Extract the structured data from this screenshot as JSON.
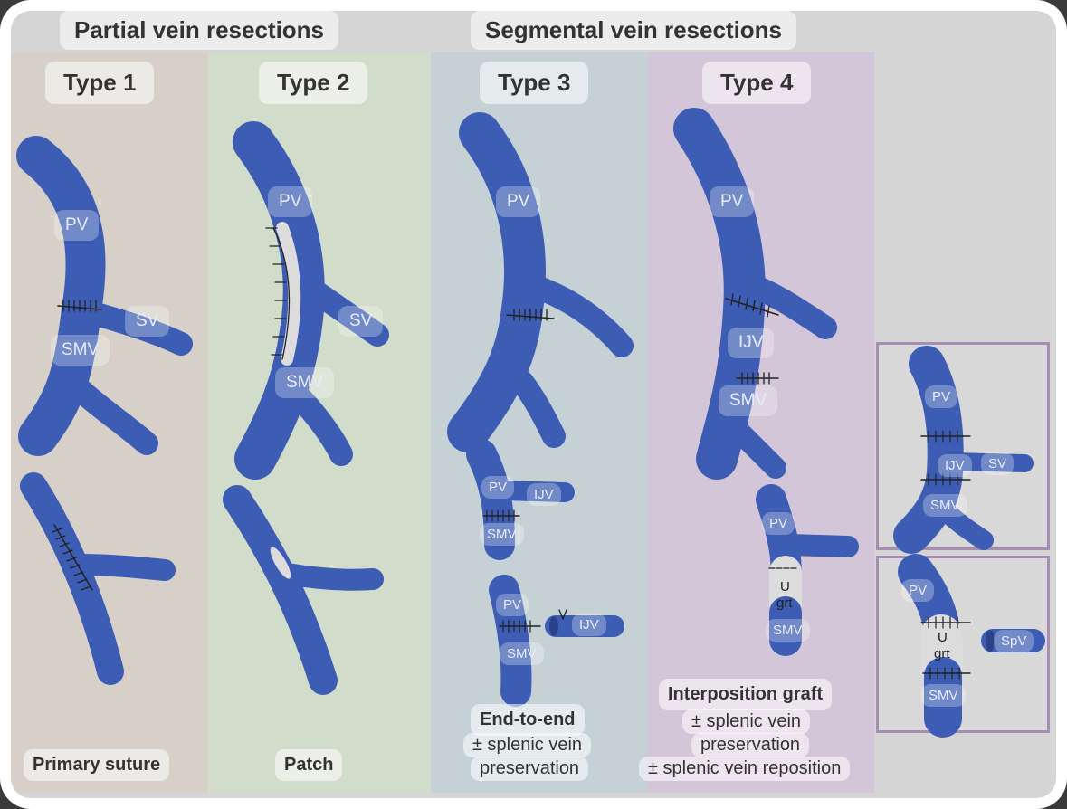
{
  "headers": {
    "partial": "Partial vein resections",
    "segmental": "Segmental vein resections"
  },
  "types": [
    "Type 1",
    "Type 2",
    "Type 3",
    "Type 4"
  ],
  "footers": {
    "type1": "Primary suture",
    "type2": "Patch",
    "type3_title": "End-to-end",
    "type3_line1": "± splenic vein",
    "type3_line2": "preservation",
    "type4_title": "Interposition graft",
    "type4_line1": "± splenic vein",
    "type4_line2": "preservation",
    "type4_line3": "± splenic vein reposition"
  },
  "vessel_labels": {
    "pv": "PV",
    "sv": "SV",
    "smv": "SMV",
    "ijv": "IJV",
    "spv": "SpV",
    "u": "U",
    "grt": "grt"
  },
  "colors": {
    "vein": "#3d5db5",
    "vein_edge": "#2b418a",
    "graft": "#dcdcdc",
    "suture": "#222222",
    "frame": "#a88db2"
  }
}
